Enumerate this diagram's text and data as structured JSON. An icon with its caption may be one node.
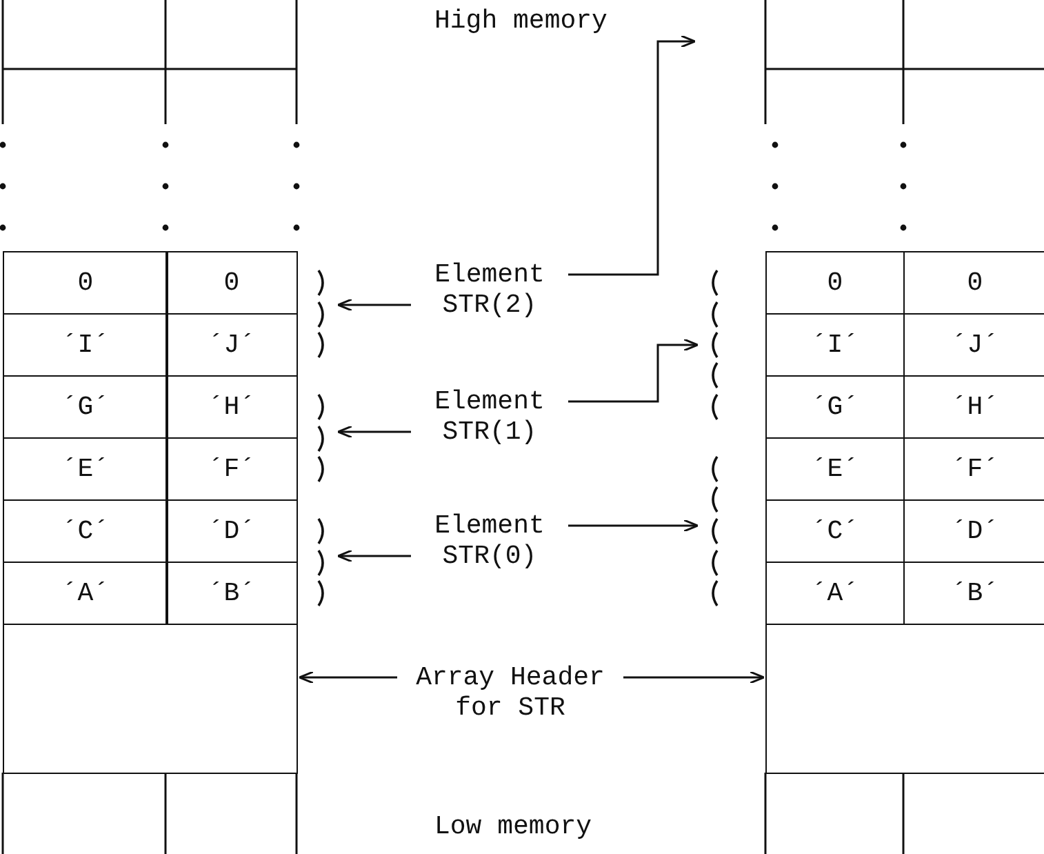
{
  "diagram": {
    "nodes": [
      {
        "text": [
          "0"
        ]
      },
      {
        "text": [
          "0"
        ]
      },
      {
        "text": [
          "´I´"
        ]
      },
      {
        "text": [
          "´J´"
        ]
      },
      {
        "text": [
          "´G´"
        ]
      },
      {
        "text": [
          "´H´"
        ]
      },
      {
        "text": [
          "´E´"
        ]
      },
      {
        "text": [
          "´F´"
        ]
      },
      {
        "text": [
          "´C´"
        ]
      },
      {
        "text": [
          "´D´"
        ]
      },
      {
        "text": [
          "´A´"
        ]
      },
      {
        "text": [
          "´B´"
        ]
      },
      {
        "text": [],
        "shape": "box"
      },
      {
        "text": [],
        "shape": "bracket"
      },
      {
        "text": [],
        "shape": "bracket"
      },
      {
        "text": [],
        "shape": "bracket"
      },
      {
        "text": [
          "Element STR(2)"
        ]
      },
      {
        "text": [
          "Element STR(1)"
        ]
      },
      {
        "text": [
          "Element STR(0)"
        ]
      },
      {
        "text": [
          "Array Header for STR"
        ]
      },
      {
        "text": [],
        "shape": "bracket"
      },
      {
        "text": [],
        "shape": "bracket"
      },
      {
        "text": [
          "0"
        ]
      },
      {
        "text": [
          "0"
        ]
      },
      {
        "text": [
          "´I´"
        ]
      },
      {
        "text": [
          "´J´"
        ]
      },
      {
        "text": [
          "´G´"
        ]
      },
      {
        "text": [
          "´H´"
        ]
      },
      {
        "text": [
          "´E´"
        ]
      },
      {
        "text": [
          "´F´"
        ]
      },
      {
        "text": [
          "´C´"
        ]
      },
      {
        "text": [
          "´D´"
        ]
      },
      {
        "text": [
          "´A´"
        ]
      },
      {
        "text": [
          "´B´"
        ]
      },
      {
        "text": [],
        "shape": "box"
      }
    ],
    "edges": [
      {
        "from": 16,
        "to": 13,
        "arrow": "to"
      },
      {
        "from": 16,
        "to": null,
        "arrow": "to"
      },
      {
        "from": 17,
        "to": 14,
        "arrow": "to"
      },
      {
        "from": 17,
        "to": 20,
        "arrow": "to"
      },
      {
        "from": 18,
        "to": 15,
        "arrow": "to"
      },
      {
        "from": 18,
        "to": 21,
        "arrow": "to"
      },
      {
        "from": 19,
        "to": 12,
        "arrow": "to"
      },
      {
        "from": 19,
        "to": 34,
        "arrow": "to"
      }
    ],
    "labels": [
      "High memory",
      "Low memory"
    ]
  }
}
